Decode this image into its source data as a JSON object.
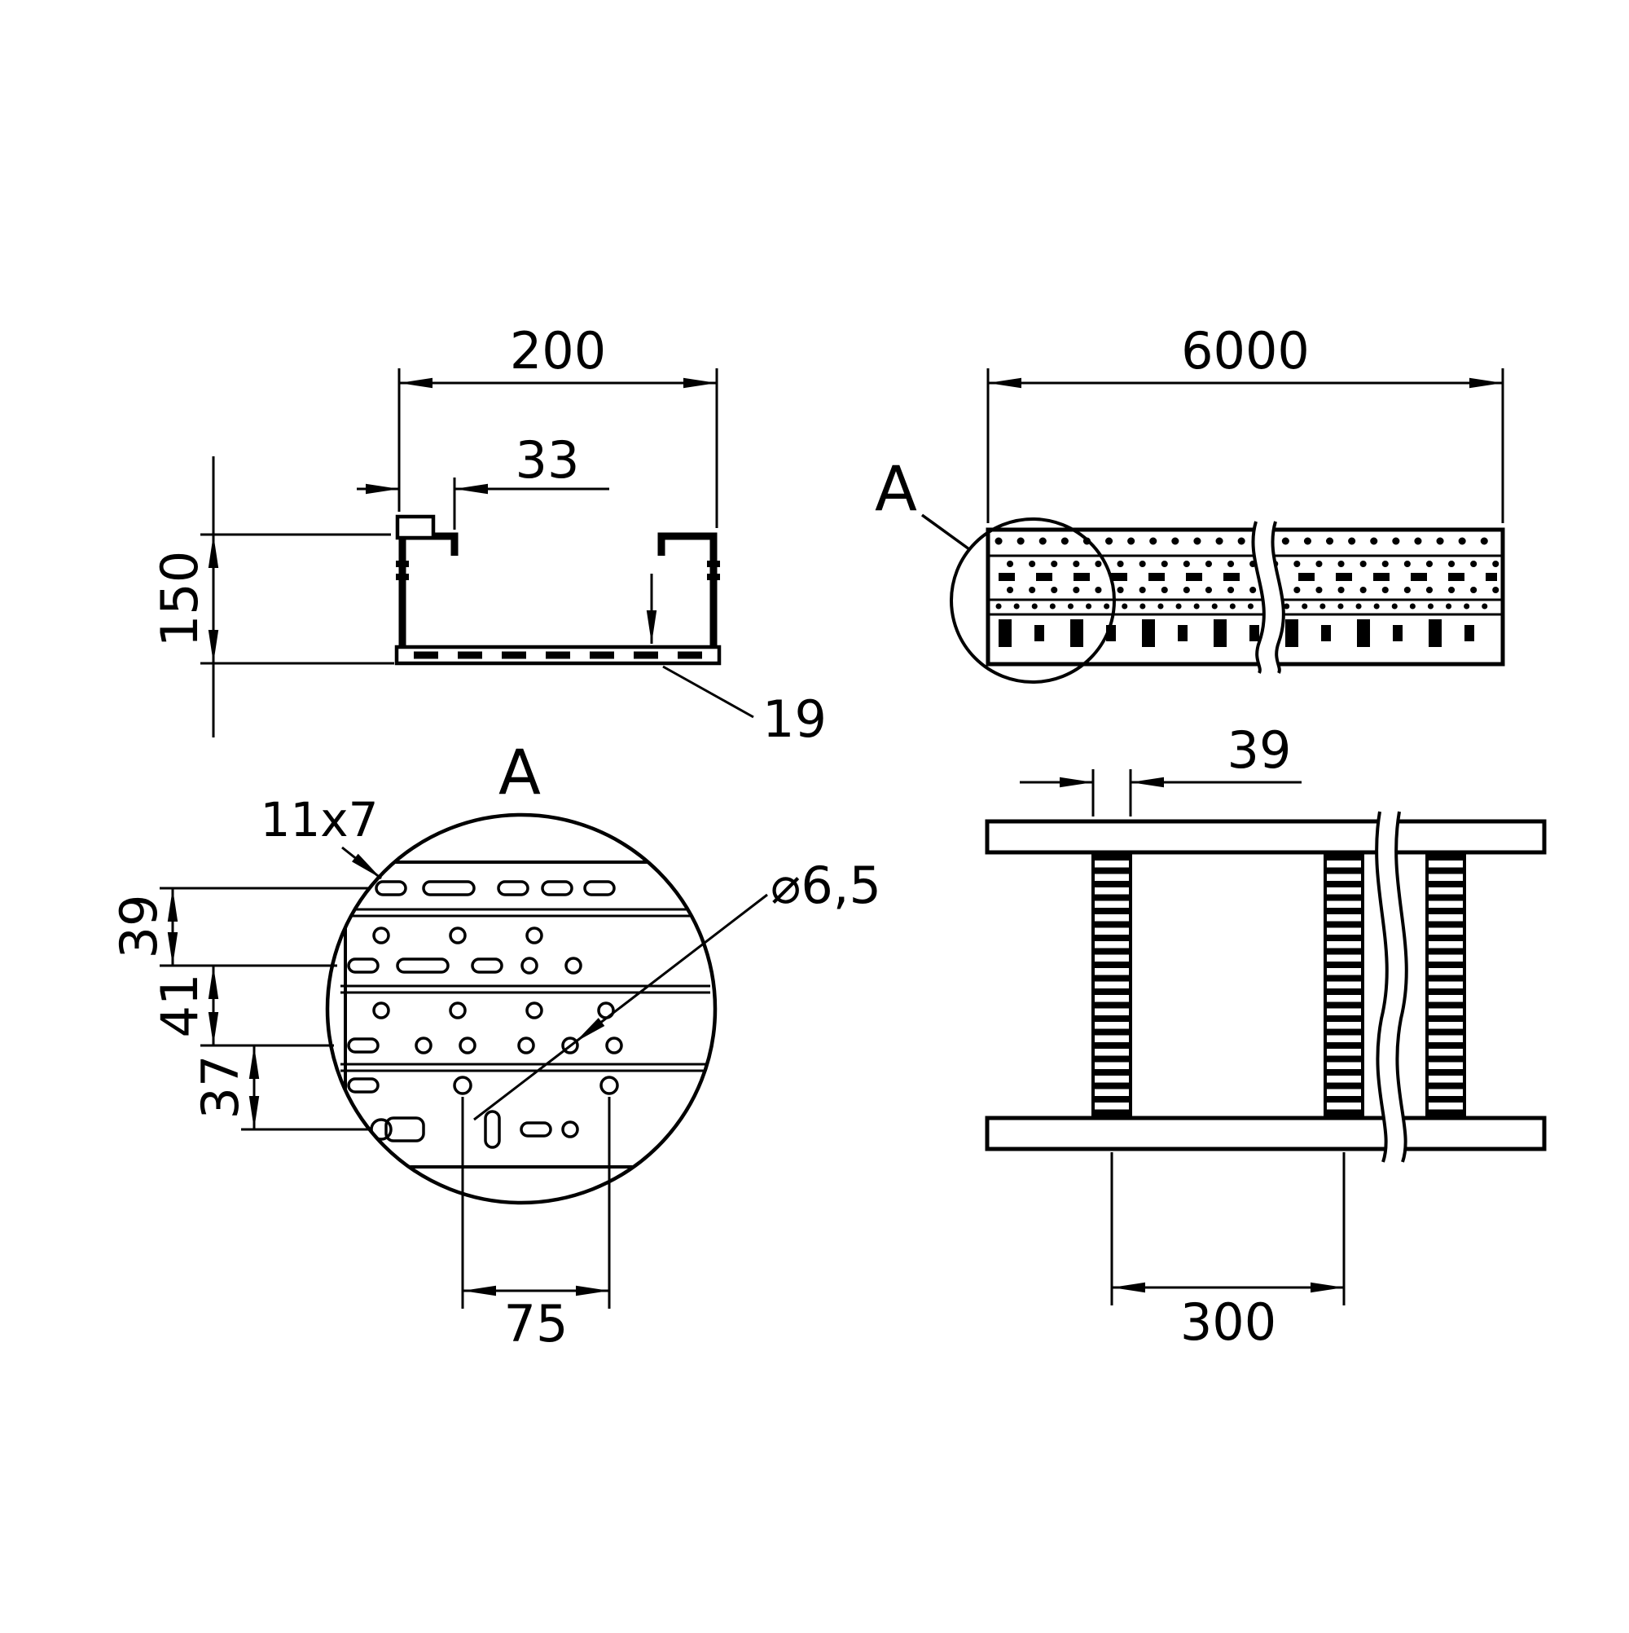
{
  "drawing": {
    "colors": {
      "line": "#000000",
      "background": "#ffffff"
    },
    "cross_section": {
      "width_dim": "200",
      "lip_dim": "33",
      "height_dim": "150",
      "thickness_dim": "19",
      "detail_title": "A"
    },
    "side_view": {
      "length_dim": "6000",
      "detail_label": "A"
    },
    "detail_view": {
      "slot_dim": "11x7",
      "hole_dim": "⌀6,5",
      "row_pitch_1": "39",
      "row_pitch_2": "41",
      "row_pitch_3": "37",
      "hole_pitch": "75"
    },
    "plan_view": {
      "rung_width_dim": "39",
      "rung_pitch_dim": "300"
    }
  }
}
